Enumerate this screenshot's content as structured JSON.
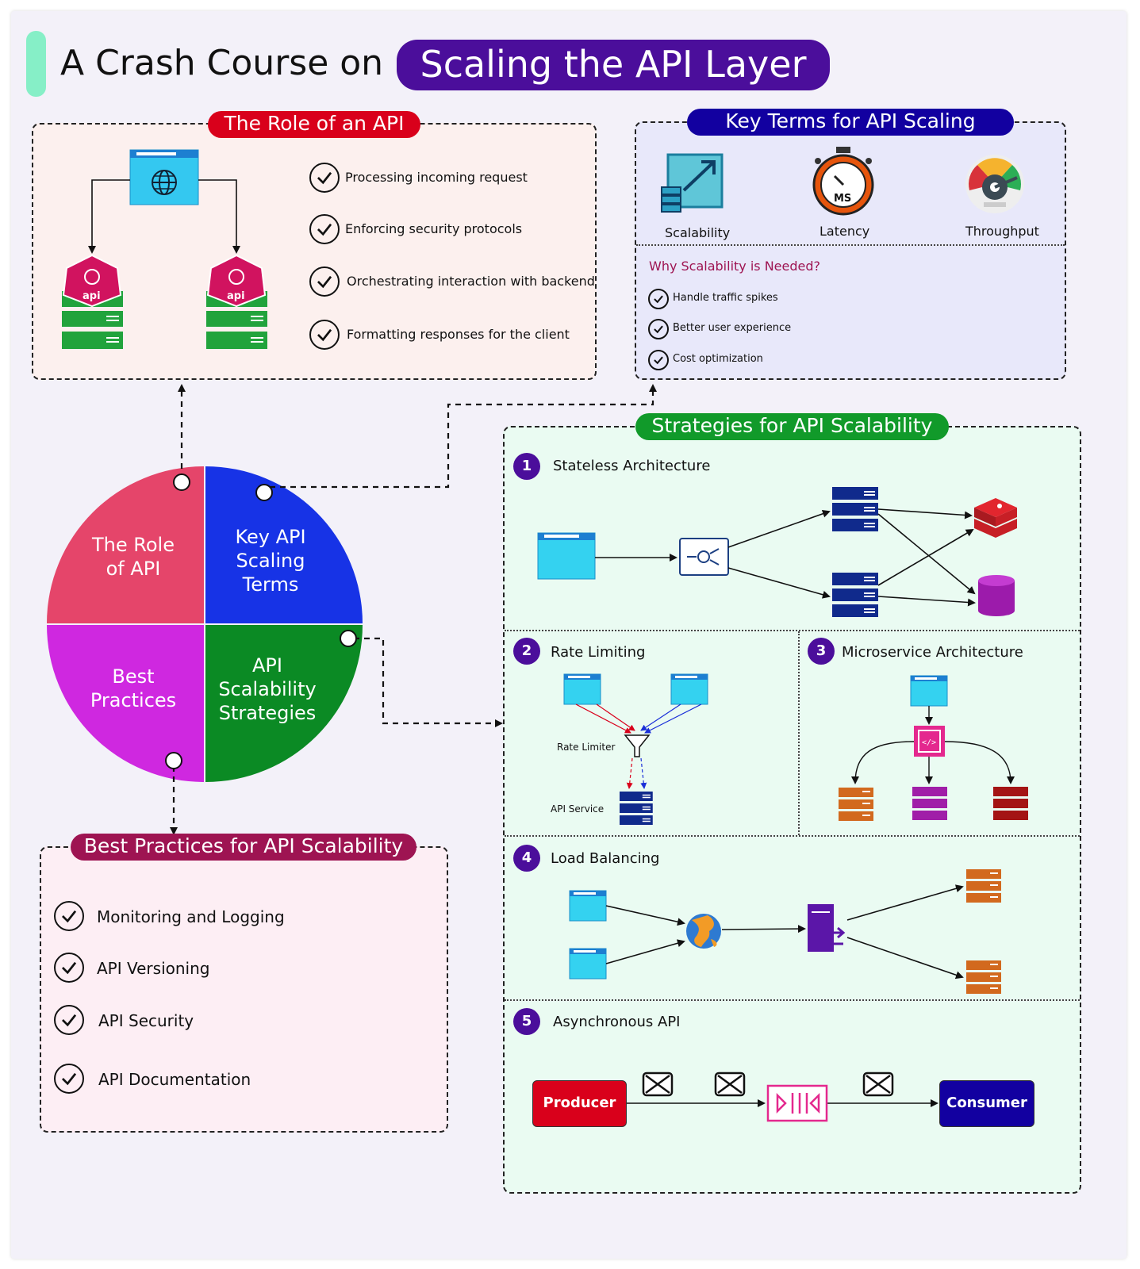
{
  "title": {
    "prefix": "A Crash Course on",
    "highlight": "Scaling the API Layer"
  },
  "colors": {
    "purple": "#4b0e9b",
    "red": "#d9001b",
    "navy": "#1200a0",
    "green": "#119a2a",
    "maroon": "#9e1452"
  },
  "role_panel": {
    "heading": "The Role of an API",
    "items": [
      "Processing incoming request",
      "Enforcing security protocols",
      "Orchestrating interaction with backend",
      "Formatting responses for the client"
    ],
    "badge_label": "api"
  },
  "key_terms": {
    "heading": "Key Terms for API Scaling",
    "terms": [
      {
        "label": "Scalability",
        "icon": "scalability-icon"
      },
      {
        "label": "Latency",
        "icon": "stopwatch-icon",
        "icon_text": "MS"
      },
      {
        "label": "Throughput",
        "icon": "gauge-icon"
      }
    ],
    "why_heading": "Why Scalability is Needed?",
    "why_items": [
      "Handle traffic spikes",
      "Better user experience",
      "Cost optimization"
    ]
  },
  "circle": {
    "quadrants": [
      {
        "label": "The Role of API",
        "color": "#e5456a"
      },
      {
        "label": "Key API Scaling Terms",
        "color": "#1733e6"
      },
      {
        "label": "Best Practices",
        "color": "#cf28e0"
      },
      {
        "label": "API Scalability Strategies",
        "color": "#0b8a24"
      }
    ]
  },
  "strategies": {
    "heading": "Strategies for API Scalability",
    "sections": [
      {
        "num": "1",
        "title": "Stateless Architecture"
      },
      {
        "num": "2",
        "title": "Rate Limiting",
        "labels": {
          "limiter": "Rate Limiter",
          "service": "API Service"
        }
      },
      {
        "num": "3",
        "title": "Microservice Architecture"
      },
      {
        "num": "4",
        "title": "Load Balancing"
      },
      {
        "num": "5",
        "title": "Asynchronous API",
        "producer": "Producer",
        "consumer": "Consumer"
      }
    ]
  },
  "best_practices": {
    "heading": "Best Practices for API Scalability",
    "items": [
      "Monitoring and Logging",
      "API Versioning",
      "API Security",
      "API Documentation"
    ]
  }
}
